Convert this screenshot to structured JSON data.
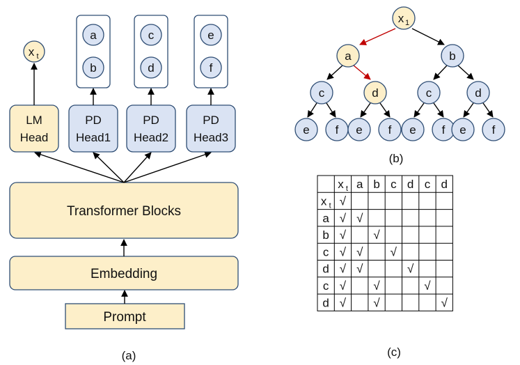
{
  "panel_a": {
    "caption": "(a)",
    "output": {
      "base": "x",
      "sub": "t"
    },
    "heads": [
      {
        "line1": "LM",
        "line2": "Head"
      },
      {
        "line1": "PD",
        "line2": "Head1",
        "tokens": [
          "a",
          "b"
        ]
      },
      {
        "line1": "PD",
        "line2": "Head2",
        "tokens": [
          "c",
          "d"
        ]
      },
      {
        "line1": "PD",
        "line2": "Head3",
        "tokens": [
          "e",
          "f"
        ]
      }
    ],
    "transformer": "Transformer Blocks",
    "embedding": "Embedding",
    "prompt": "Prompt"
  },
  "panel_b": {
    "caption": "(b)",
    "root": {
      "base": "x",
      "sub": "1"
    },
    "level1": [
      "a",
      "b"
    ],
    "level2": [
      "c",
      "d",
      "c",
      "d"
    ],
    "level3": [
      "e",
      "f",
      "e",
      "f",
      "e",
      "f",
      "e",
      "f"
    ],
    "highlighted_path": [
      "x1",
      "a",
      "d"
    ],
    "colors": {
      "highlight_node": "#fdefc9",
      "node": "#dae3f3",
      "highlight_edge": "#c00000"
    }
  },
  "panel_c": {
    "caption": "(c)",
    "headers": [
      {
        "base": "x",
        "sub": "t"
      },
      "a",
      "b",
      "c",
      "d",
      "c",
      "d"
    ],
    "rows": [
      {
        "label": {
          "base": "x",
          "sub": "t"
        },
        "cells": [
          "√",
          "",
          "",
          "",
          "",
          "",
          ""
        ]
      },
      {
        "label": "a",
        "cells": [
          "√",
          "√",
          "",
          "",
          "",
          "",
          ""
        ]
      },
      {
        "label": "b",
        "cells": [
          "√",
          "",
          "√",
          "",
          "",
          "",
          ""
        ]
      },
      {
        "label": "c",
        "cells": [
          "√",
          "√",
          "",
          "√",
          "",
          "",
          ""
        ]
      },
      {
        "label": "d",
        "cells": [
          "√",
          "√",
          "",
          "",
          "√",
          "",
          ""
        ]
      },
      {
        "label": "c",
        "cells": [
          "√",
          "",
          "√",
          "",
          "",
          "√",
          ""
        ]
      },
      {
        "label": "d",
        "cells": [
          "√",
          "",
          "√",
          "",
          "",
          "",
          "√"
        ]
      }
    ]
  }
}
